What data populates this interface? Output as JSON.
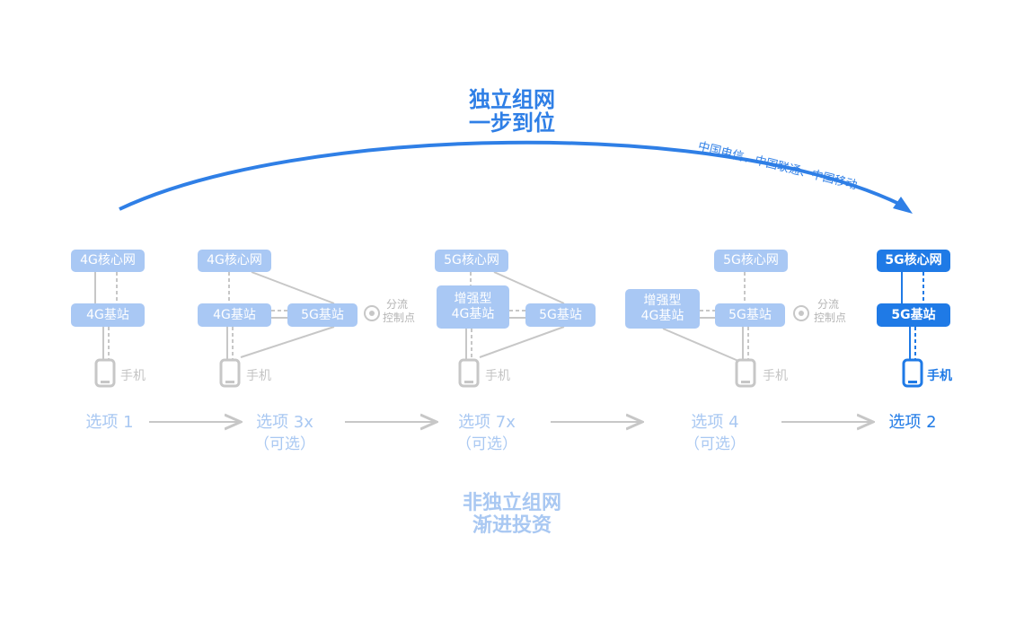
{
  "header": {
    "line1": "独立组网",
    "line2": "一步到位"
  },
  "arc_label": "中国电信、中国联通、中国移动",
  "footer": {
    "line1": "非独立组网",
    "line2": "渐进投资"
  },
  "columns": [
    {
      "core": "4G核心网",
      "station": "4G基站",
      "phone": "手机",
      "option": "选项 1",
      "option_sub": ""
    },
    {
      "core": "4G核心网",
      "station": "4G基站",
      "station2": "5G基站",
      "phone": "手机",
      "split1": "分流",
      "split2": "控制点",
      "option": "选项 3x",
      "option_sub": "（可选）"
    },
    {
      "core": "5G核心网",
      "station_top": "增强型",
      "station_bottom": "4G基站",
      "station2": "5G基站",
      "phone": "手机",
      "option": "选项 7x",
      "option_sub": "（可选）"
    },
    {
      "core": "5G核心网",
      "station_top": "增强型",
      "station_bottom": "4G基站",
      "station2": "5G基站",
      "phone": "手机",
      "split1": "分流",
      "split2": "控制点",
      "option": "选项 4",
      "option_sub": "（可选）"
    },
    {
      "core": "5G核心网",
      "station": "5G基站",
      "phone": "手机",
      "option": "选项 2",
      "option_sub": ""
    }
  ],
  "colors": {
    "accent": "#1f7ae6",
    "light_accent": "#a9c8f4",
    "gray": "#c7c7c7"
  }
}
